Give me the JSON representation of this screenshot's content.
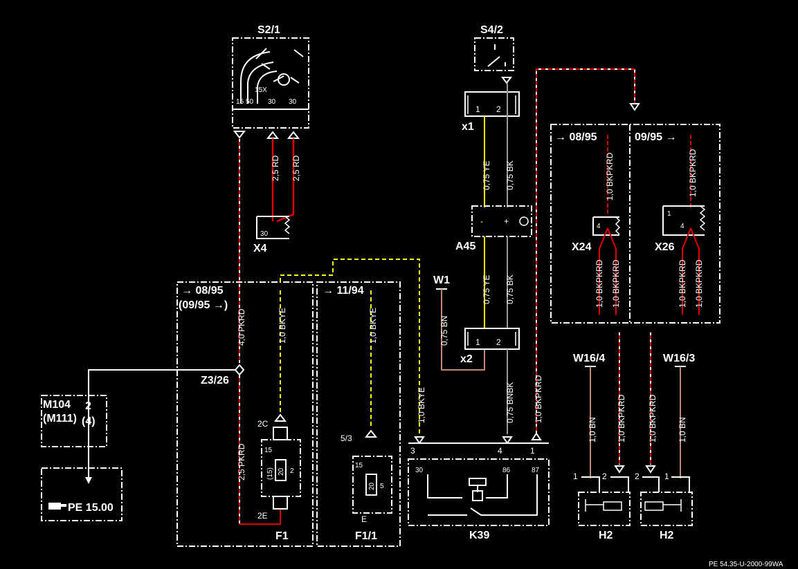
{
  "components": {
    "s2_1": "S2/1",
    "s4_2": "S4/2",
    "x1": "x1",
    "x2": "x2",
    "x4": "X4",
    "a45": "A45",
    "w1": "W1",
    "x24": "X24",
    "x26": "X26",
    "z3_26": "Z3/26",
    "m104": "M104",
    "m111": "(M111)",
    "m104_pin": "2",
    "m104_pin_alt": "(4)",
    "pe_ref": "PE 15.00",
    "f1": "F1",
    "f1_1": "F1/1",
    "k39": "K39",
    "w16_4": "W16/4",
    "w16_3": "W16/3",
    "h2_left": "H2",
    "h2_right": "H2"
  },
  "version_boxes": {
    "left_a": "→ 08/95",
    "left_b": "(09/95 →)",
    "middle": "→ 11/94",
    "right_a": "→ 08/95",
    "right_b": "09/95 →"
  },
  "terminals": {
    "s2_15": "15",
    "s2_50": "50",
    "s2_30a": "30",
    "s2_30b": "30",
    "s2_15x": "15X",
    "x1_1": "1",
    "x1_2": "2",
    "x2_1": "1",
    "x2_2": "2",
    "x4_30": "30",
    "a45_minus": "-",
    "a45_plus": "+",
    "x24_4": "4",
    "x26_4": "4",
    "x26_1": "1",
    "f1_2c": "2C",
    "f1_2e": "2E",
    "f1_15": "15",
    "f1_15p": "(15)",
    "f1_20": "20",
    "f1_2": "2",
    "f11_53": "5/3",
    "f11_15": "15",
    "f11_20": "20",
    "f11_5": "5",
    "f11_e": "E",
    "k39_3": "3",
    "k39_4": "4",
    "k39_1": "1",
    "k39_30": "30",
    "k39_86": "86",
    "k39_87": "87",
    "h2l_1": "1",
    "h2l_2": "2",
    "h2r_2": "2",
    "h2r_1": "1"
  },
  "wires": {
    "s2_rd_a": "2,5 RD",
    "s2_rd_b": "2,5 RD",
    "s4_ye_top": "0,75 YE",
    "s4_bk_top": "0,75 BK",
    "a45_ye_bot": "0,75 YE",
    "a45_bk_bot": "0,75 BK",
    "w1_bn": "0,75 BN",
    "pkrd_4": "4,0 PKRD",
    "pkrd_25": "2,5 PKRD",
    "bkye_left": "1,0 BKYE",
    "bkye_mid": "1,0 BKYE",
    "bkye_k39": "1,0 BKYE",
    "bnbk_k39": "0,75 BNBK",
    "bkpkrd_k39": "1,0 BKPKRD",
    "x24_top": "1,0 BKPKRD",
    "x26_top": "1,0 BKPKRD",
    "x24_bot_a": "1,0 BKPKRD",
    "x24_bot_b": "1,0 BKPKRD",
    "x26_bot_a": "1,0 BKPKRD",
    "x26_bot_b": "1,0 BKPKRD",
    "h2_bkpkrd_a": "1,0 BKPKRD",
    "h2_bkpkrd_b": "1,0 BKPKRD",
    "w164_bn": "1,0 BN",
    "w163_bn": "1,0 BN"
  },
  "footer": "PE 54.35-U-2000-99WA",
  "colors": {
    "background": "#000000",
    "line": "#ffffff",
    "red": "#e00000",
    "yellow": "#ffff00",
    "gray": "#9a9a9a",
    "brown": "#c08870"
  },
  "icons": {
    "pe_ref_icon": "pointing-hand-icon"
  }
}
